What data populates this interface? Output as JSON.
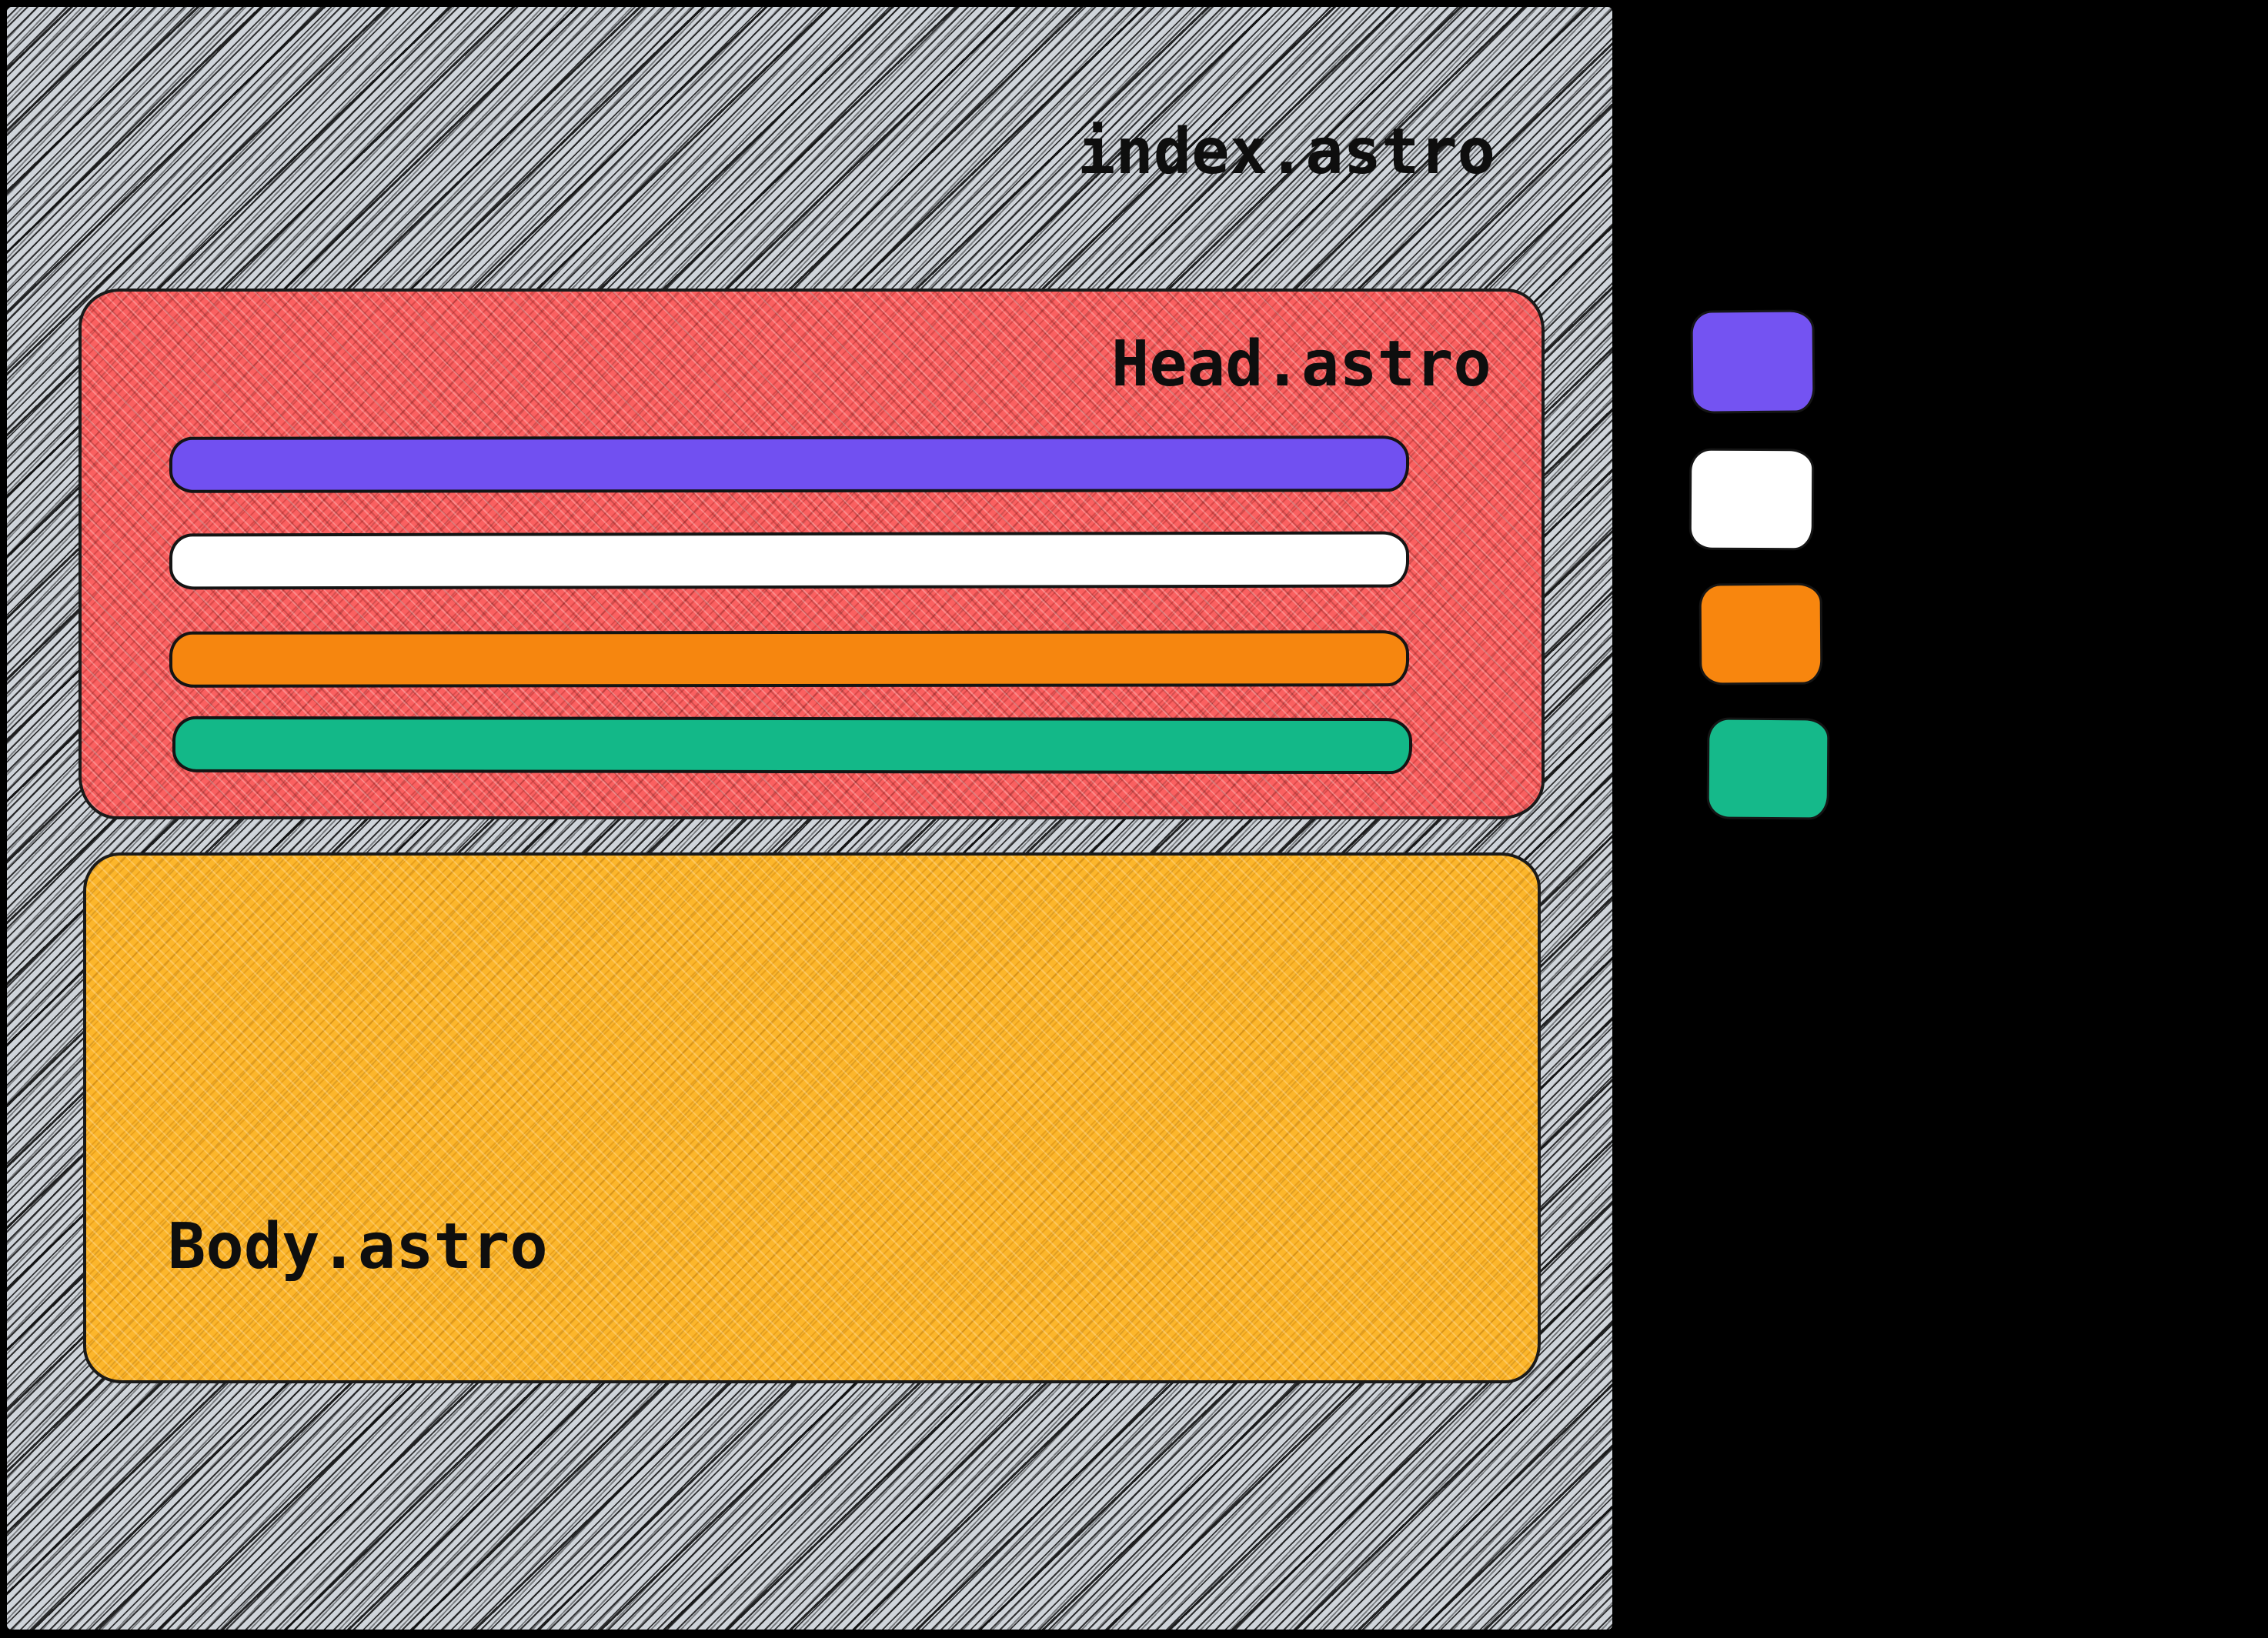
{
  "colors": {
    "background": "#000000",
    "page_fill": "#cfd4da",
    "head_fill": "#fa6060",
    "body_fill": "#fcb62b",
    "stroke": "#1a1a1a"
  },
  "page": {
    "label": "index.astro"
  },
  "head": {
    "label": "Head.astro",
    "bars": [
      {
        "name": "violet-slot",
        "color": "#7150f1"
      },
      {
        "name": "white-slot",
        "color": "#ffffff"
      },
      {
        "name": "orange-slot",
        "color": "#f6860f"
      },
      {
        "name": "green-slot",
        "color": "#13b888"
      }
    ]
  },
  "body": {
    "label": "Body.astro"
  },
  "legend": {
    "swatches": [
      {
        "name": "violet-swatch",
        "color": "#7453f2"
      },
      {
        "name": "white-swatch",
        "color": "#ffffff"
      },
      {
        "name": "orange-swatch",
        "color": "#f8860e"
      },
      {
        "name": "green-swatch",
        "color": "#15b98a"
      }
    ]
  }
}
